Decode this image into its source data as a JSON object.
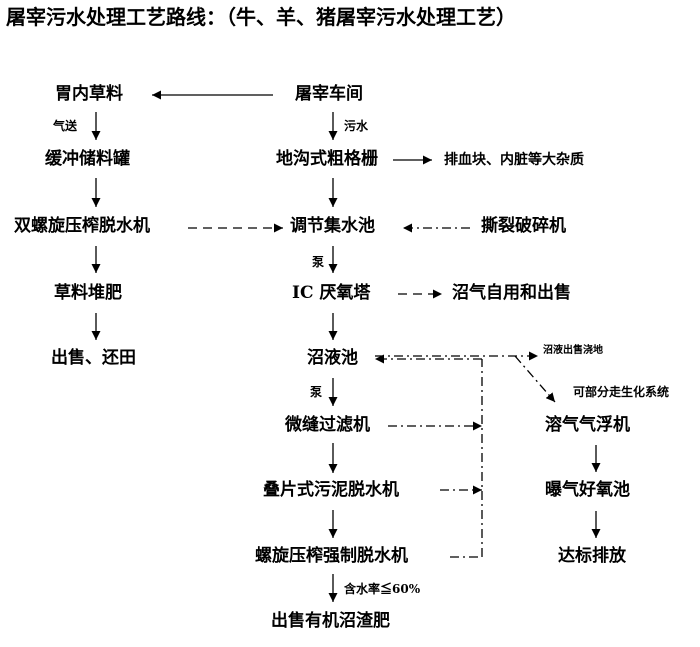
{
  "title": "屠宰污水处理工艺路线：（牛、羊、猪屠宰污水处理工艺）",
  "nodes": {
    "stomach_grass": "胃内草料",
    "slaughter_workshop": "屠宰车间",
    "buffer_tank": "缓冲储料罐",
    "trench_grille": "地沟式粗格栅",
    "blood_impurities": "排血块、内脏等大杂质",
    "twin_screw_press": "双螺旋压榨脱水机",
    "regulating_pool": "调节集水池",
    "tear_crusher": "撕裂破碎机",
    "grass_compost": "草料堆肥",
    "ic_tower": "IC 厌氧塔",
    "biogas_use": "沼气自用和出售",
    "sold_returned": "出售、还田",
    "biogas_slurry_pool": "沼液池",
    "micro_filter": "微缝过滤机",
    "dissolved_air": "溶气气浮机",
    "stack_dewater": "叠片式污泥脱水机",
    "aeration_pool": "曝气好氧池",
    "screw_forced_dewater": "螺旋压榨强制脱水机",
    "discharge": "达标排放",
    "organic_fertilizer": "出售有机沼渣肥"
  },
  "labels": {
    "pneumatic": "气送",
    "sewage": "污水",
    "pump1": "泵",
    "pump2": "泵",
    "water_content": "含水率≦60%",
    "slurry_sale": "沼液出售浇地",
    "bio_system": "可部分走生化系统"
  }
}
